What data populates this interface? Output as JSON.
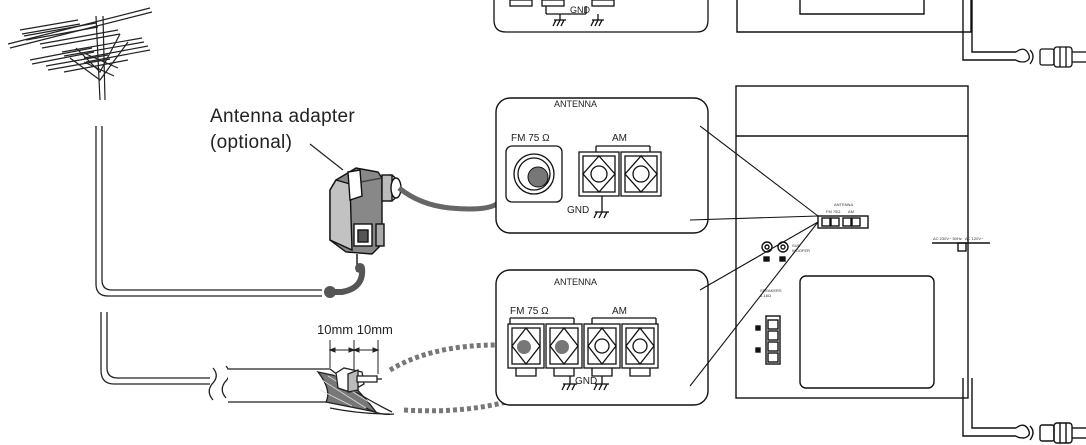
{
  "labels": {
    "adapter_line1": "Antenna adapter",
    "adapter_line2": "(optional)",
    "panel_title": "ANTENNA",
    "fm": "FM 75 Ω",
    "am": "AM",
    "gnd": "GND",
    "strip_lengths": "10mm 10mm"
  }
}
